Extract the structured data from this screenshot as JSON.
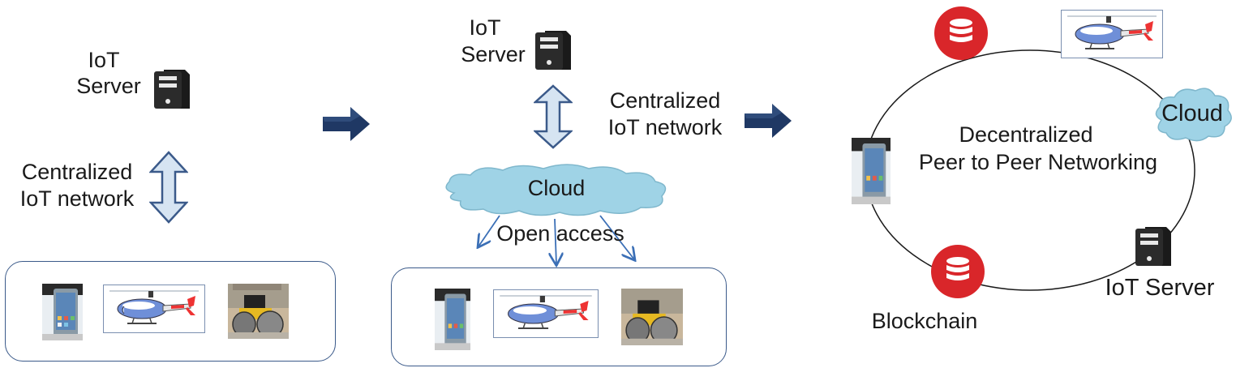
{
  "panel1": {
    "server_label_line1": "IoT",
    "server_label_line2": "Server",
    "network_label_line1": "Centralized",
    "network_label_line2": "IoT network"
  },
  "panel2": {
    "server_label_line1": "IoT",
    "server_label_line2": "Server",
    "network_label_line1": "Centralized",
    "network_label_line2": "IoT network",
    "cloud_label": "Cloud",
    "open_access_label": "Open access"
  },
  "panel3": {
    "title_line1": "Decentralized",
    "title_line2": "Peer to Peer Networking",
    "cloud_label": "Cloud",
    "server_label": "IoT Server",
    "blockchain_label": "Blockchain"
  },
  "colors": {
    "arrow_dark": "#1f3864",
    "double_arrow_fill": "#d6e4f2",
    "double_arrow_stroke": "#3b5a8a",
    "cloud_fill": "#9fd3e6",
    "database_red": "#d9262a",
    "box_border": "#3b5a8a"
  }
}
